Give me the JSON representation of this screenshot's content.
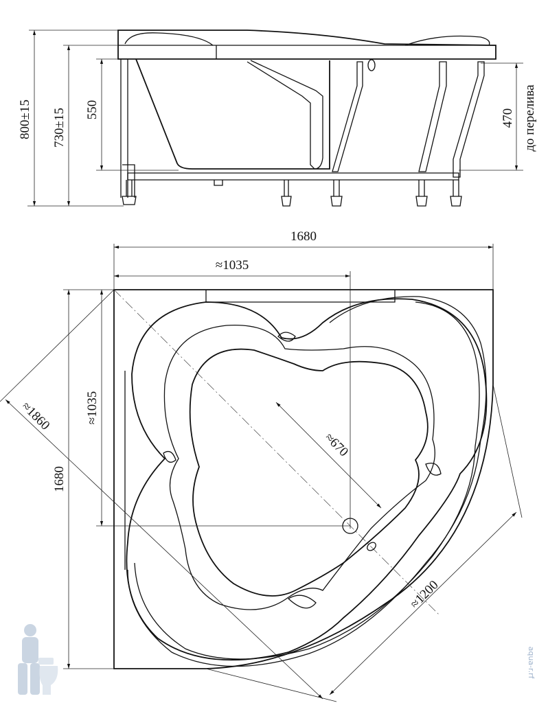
{
  "side_view": {
    "dim_total_height": "800±15",
    "dim_rim_height": "730±15",
    "dim_bowl_depth": "550",
    "dim_overflow_depth": "470",
    "overflow_note": "до перелива"
  },
  "top_view": {
    "dim_width": "1680",
    "dim_length": "1680",
    "dim_half_width": "≈1035",
    "dim_half_length": "≈1035",
    "dim_diagonal": "≈1860",
    "dim_inner_diag": "≈670",
    "dim_front_chord": "≈1200"
  },
  "watermark": {
    "site": "aqua-r.rf"
  },
  "colors": {
    "line": "#111111",
    "watermark": "#9fb3cc"
  }
}
